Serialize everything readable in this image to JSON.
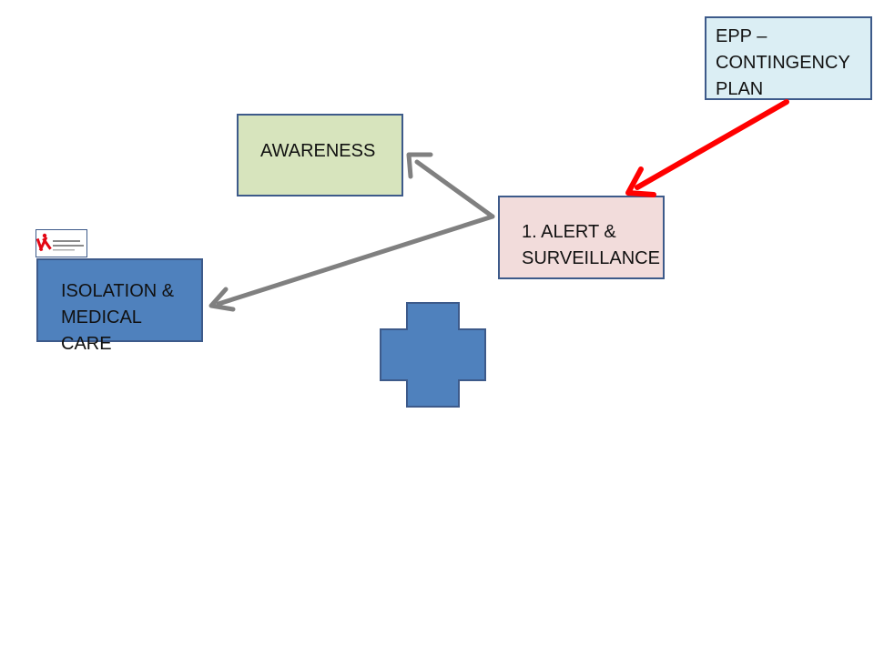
{
  "nodes": {
    "epp": {
      "lines": [
        "EPP –",
        "CONTINGENCY",
        "PLAN"
      ]
    },
    "awareness": {
      "lines": [
        "AWARENESS"
      ]
    },
    "alert": {
      "lines": [
        "1. ALERT &",
        "SURVEILLANCE"
      ]
    },
    "isolation": {
      "lines": [
        "ISOLATION &",
        "MEDICAL CARE"
      ]
    }
  },
  "colors": {
    "epp_fill": "#dbeef4",
    "awareness_fill": "#d7e4bd",
    "alert_fill": "#f2dcdb",
    "isolation_fill": "#4f81bd",
    "cross_fill": "#4f81bd",
    "border": "#3d5a8a",
    "gray_arrow": "#808080",
    "red_arrow": "#ff0000",
    "logo_red": "#e30613"
  },
  "icons": {
    "logo": "msf-logo",
    "shape": "cross-shape"
  },
  "connections": [
    {
      "from": "alert",
      "to": "awareness",
      "color": "gray"
    },
    {
      "from": "alert",
      "to": "isolation",
      "color": "gray"
    },
    {
      "from": "epp",
      "to": "alert",
      "color": "red"
    }
  ]
}
